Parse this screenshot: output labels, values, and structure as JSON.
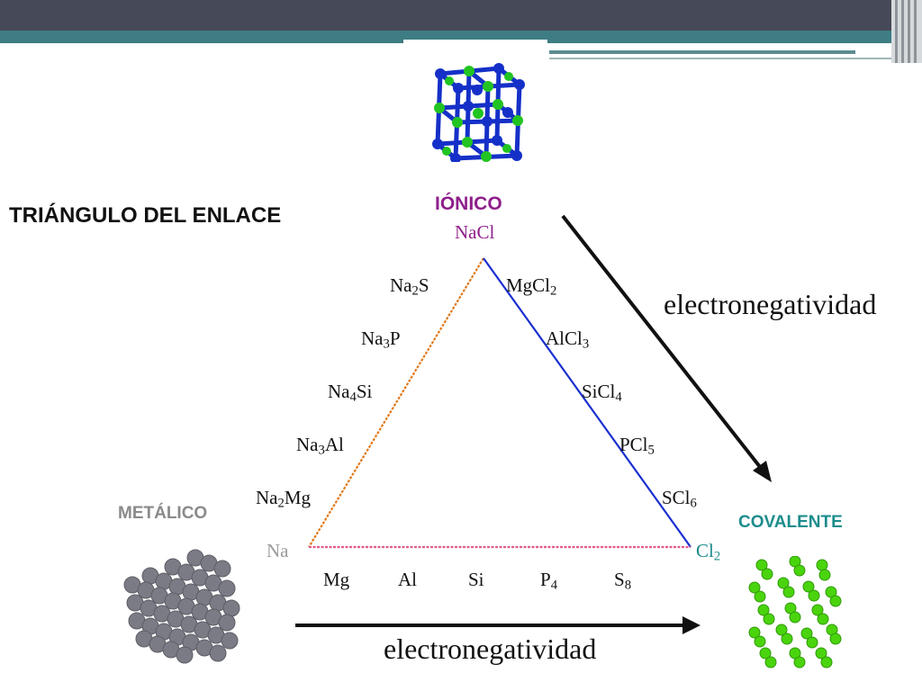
{
  "title": "TRIÁNGULO DEL ENLACE",
  "vertices": {
    "ionic": {
      "label": "IÓNICO",
      "color": "#8e1f8a",
      "compound": "NaCl"
    },
    "metallic": {
      "label": "METÁLICO",
      "color": "#8a8a8a",
      "compound": "Na"
    },
    "covalent": {
      "label": "COVALENTE",
      "color": "#1d8c8c",
      "compound": "Cl2"
    }
  },
  "left_edge": [
    {
      "base": "Na",
      "sub": "2",
      "rest": "S",
      "tail": ""
    },
    {
      "base": "Na",
      "sub": "3",
      "rest": "P",
      "tail": ""
    },
    {
      "base": "Na",
      "sub": "4",
      "rest": "Si",
      "tail": ""
    },
    {
      "base": "Na",
      "sub": "3",
      "rest": "Al",
      "tail": ""
    },
    {
      "base": "Na",
      "sub": "2",
      "rest": "Mg",
      "tail": ""
    }
  ],
  "right_edge": [
    {
      "base": "MgCl",
      "sub": "2"
    },
    {
      "base": "AlCl",
      "sub": "3"
    },
    {
      "base": "SiCl",
      "sub": "4"
    },
    {
      "base": "PCl",
      "sub": "5"
    },
    {
      "base": "SCl",
      "sub": "6"
    }
  ],
  "bottom_edge": [
    {
      "base": "Mg",
      "sub": ""
    },
    {
      "base": "Al",
      "sub": ""
    },
    {
      "base": "Si",
      "sub": ""
    },
    {
      "base": "P",
      "sub": "4"
    },
    {
      "base": "S",
      "sub": "8"
    }
  ],
  "arrows": {
    "diagonal_label": "electronegatividad",
    "horizontal_label": "electronegatividad"
  },
  "colors": {
    "left_edge": "#e07a1e",
    "right_edge": "#1a2fd0",
    "bottom_edge": "#e05a8a",
    "nacl_blue": "#1530c8",
    "nacl_green": "#22c422",
    "metal_grey": "#7b7b86",
    "chlorine_green": "#4ad40e"
  },
  "icons": [
    "nacl-crystal-icon",
    "metal-lattice-icon",
    "chlorine-molecules-icon"
  ]
}
